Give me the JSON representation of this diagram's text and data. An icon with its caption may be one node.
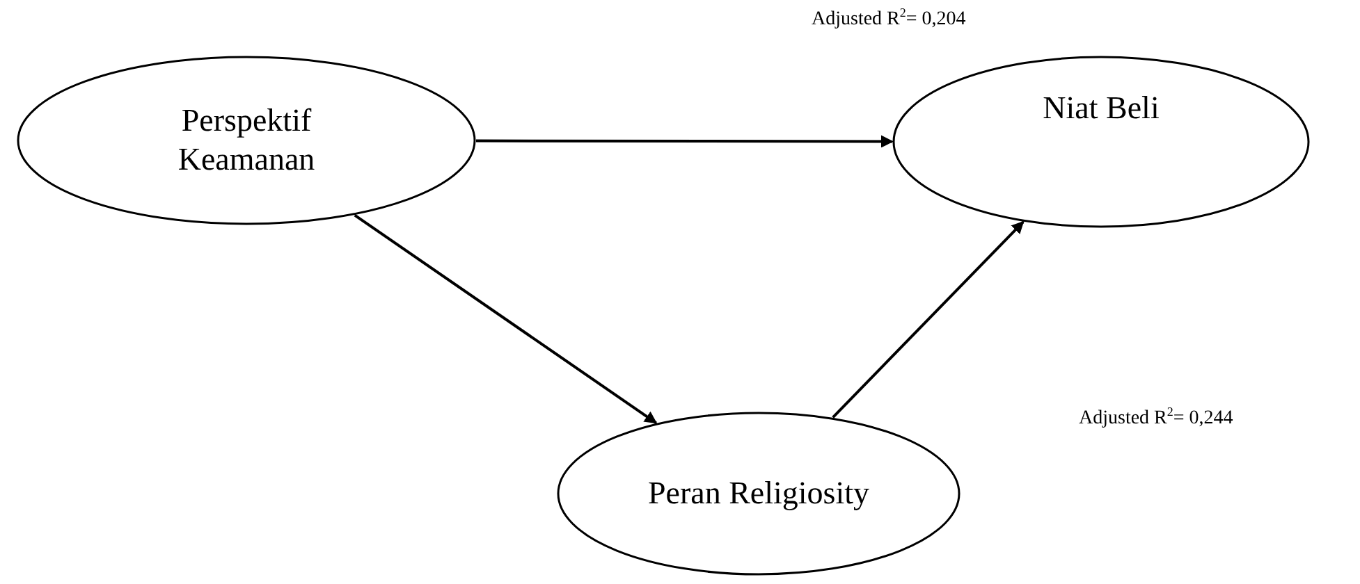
{
  "diagram": {
    "nodes": [
      {
        "text": [
          "Perspektif Keamanan"
        ]
      },
      {
        "text": [
          "Niat Beli"
        ]
      },
      {
        "text": [
          "Peran Religiosity"
        ]
      }
    ],
    "edges": [
      {
        "from": 0,
        "to": 1,
        "arrow": "to"
      },
      {
        "from": 0,
        "to": 2,
        "arrow": "to"
      },
      {
        "from": 2,
        "to": 1,
        "arrow": "to"
      }
    ],
    "labels": [
      "Adjusted R$^{2}$= 0,204",
      "Adjusted R$^{2}$= 0,244"
    ]
  }
}
